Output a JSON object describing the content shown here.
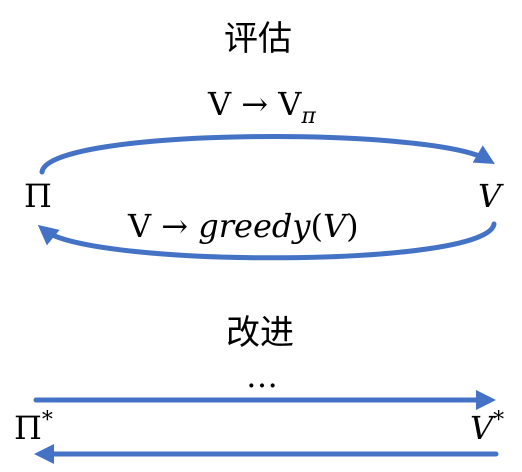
{
  "loop": {
    "evaluate_label": "评估",
    "top_arrow": {
      "from": "V",
      "arrow": "→",
      "to": "V",
      "to_sub": "π"
    },
    "bottom_arrow": {
      "from": "V",
      "arrow": "→",
      "func": "greedy",
      "arg_open": "(",
      "arg": "V",
      "arg_close": ")"
    },
    "left_node": "Π",
    "right_node": "V"
  },
  "converge": {
    "improve_label": "改进",
    "ellipsis": "…",
    "left_node": "Π",
    "left_sup": "*",
    "right_node": "V",
    "right_sup": "*"
  },
  "colors": {
    "arrow": "#4472C4",
    "text": "#000000"
  }
}
